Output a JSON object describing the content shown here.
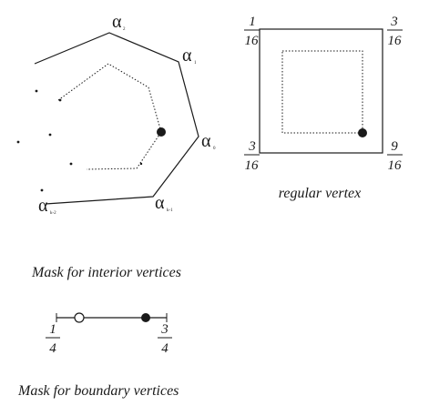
{
  "colors": {
    "ink": "#1a1a1a",
    "paper": "#ffffff"
  },
  "left_diagram": {
    "alpha_symbol": "α",
    "labels": [
      {
        "main": "α",
        "sub": "2"
      },
      {
        "main": "α",
        "sub": "1"
      },
      {
        "main": "α",
        "sub": "0"
      },
      {
        "main": "α",
        "sub": "k-1"
      },
      {
        "main": "α",
        "sub": "k-2"
      }
    ]
  },
  "right_diagram": {
    "weights": {
      "top_left": {
        "num": "1",
        "den": "16"
      },
      "top_right": {
        "num": "3",
        "den": "16"
      },
      "bottom_left": {
        "num": "3",
        "den": "16"
      },
      "bottom_right": {
        "num": "9",
        "den": "16"
      }
    },
    "caption": "regular vertex"
  },
  "interior_caption": "Mask for interior vertices",
  "boundary": {
    "left": {
      "num": "1",
      "den": "4"
    },
    "right": {
      "num": "3",
      "den": "4"
    }
  },
  "boundary_caption": "Mask for boundary vertices"
}
